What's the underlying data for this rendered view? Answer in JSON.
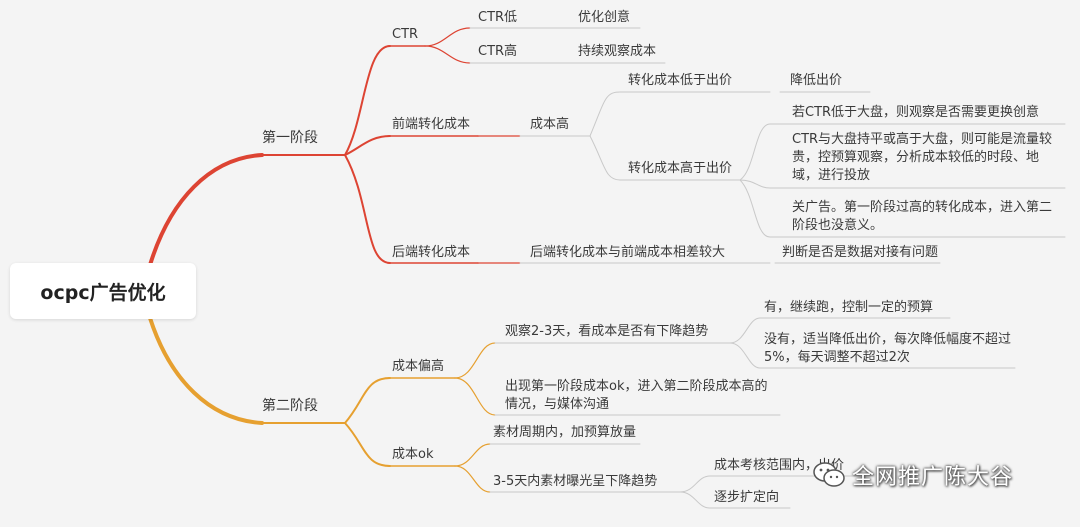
{
  "colors": {
    "branch1": "#dd4433",
    "branch2": "#e6a030",
    "leafline": "#c9c9c9",
    "background": "#f4f4f4"
  },
  "root": "ocpc广告优化",
  "stage1": {
    "label": "第一阶段",
    "ctr": {
      "label": "CTR",
      "low": "CTR低",
      "low_action": "优化创意",
      "high": "CTR高",
      "high_action": "持续观察成本"
    },
    "front": {
      "label": "前端转化成本",
      "high_cost": "成本高",
      "below_bid": "转化成本低于出价",
      "below_bid_action": "降低出价",
      "above_bid": "转化成本高于出价",
      "above_bid_1": "若CTR低于大盘，则观察是否需要更换创意",
      "above_bid_2": "CTR与大盘持平或高于大盘，则可能是流量较贵，控预算观察，分析成本较低的时段、地域，进行投放",
      "above_bid_3": "关广告。第一阶段过高的转化成本，进入第二阶段也没意义。"
    },
    "back": {
      "label": "后端转化成本",
      "gap": "后端转化成本与前端成本相差较大",
      "judge": "判断是否是数据对接有问题"
    }
  },
  "stage2": {
    "label": "第二阶段",
    "cost_high": {
      "label": "成本偏高",
      "observe": "观察2-3天，看成本是否有下降趋势",
      "yes": "有，继续跑，控制一定的预算",
      "no": "没有，适当降低出价，每次降低幅度不超过5%，每天调整不超过2次",
      "sync": "出现第一阶段成本ok，进入第二阶段成本高的情况，与媒体沟通"
    },
    "cost_ok": {
      "label": "成本ok",
      "budget": "素材周期内，加预算放量",
      "trend": "3-5天内素材曝光呈下降趋势",
      "in_range": "成本考核范围内，出价",
      "expand": "逐步扩定向"
    }
  },
  "watermark": {
    "icon": "wechat-icon",
    "text": "全网推广陈大谷"
  }
}
